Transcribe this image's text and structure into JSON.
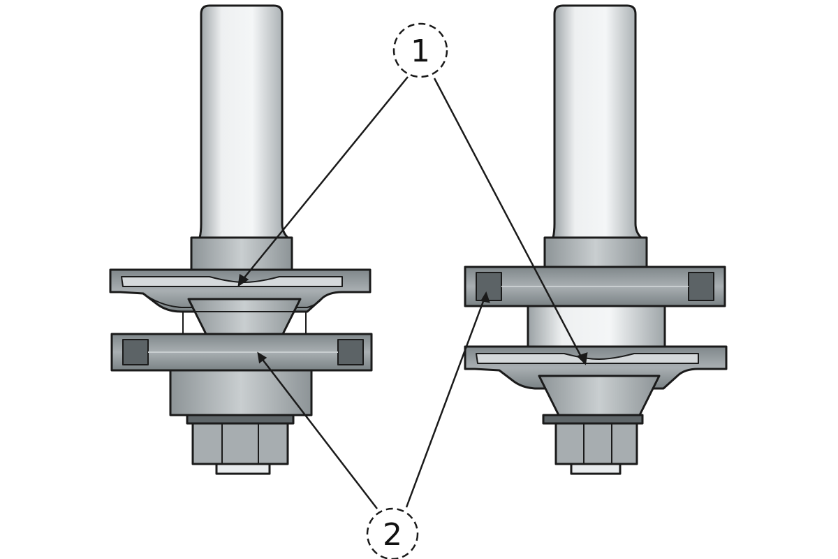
{
  "callouts": [
    {
      "id": "callout-1",
      "label": "1"
    },
    {
      "id": "callout-2",
      "label": "2"
    }
  ],
  "colors": {
    "outline": "#1a1a1a",
    "shank": "#e8ebec",
    "steel_dark": "#8c9396",
    "steel_mid": "#b4babd",
    "steel_light": "#d8dcde",
    "bearing": "#c6cbce",
    "leader": "#1a1a1a"
  }
}
